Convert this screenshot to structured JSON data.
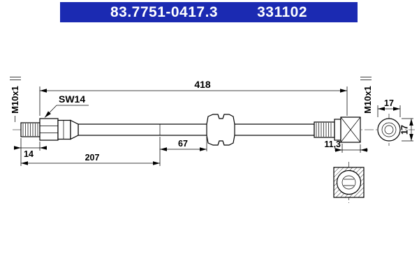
{
  "header": {
    "part_number": "83.7751-0417.3",
    "catalog_number": "331102"
  },
  "theme": {
    "header-bg": "#1b2ab2",
    "header-text": "#ffffff",
    "drawing-line": "#000000",
    "page-bg": "#ffffff"
  },
  "drawing": {
    "labels": {
      "overall_length": "418",
      "thread_left": "M10x1",
      "wrench_size": "SW14",
      "thread_length_left": "14",
      "section_left": "207",
      "section_middle": "67",
      "fitting_right": "11,3",
      "thread_right": "M10x1",
      "end_view_width": "17",
      "end_view_height": "17"
    }
  }
}
